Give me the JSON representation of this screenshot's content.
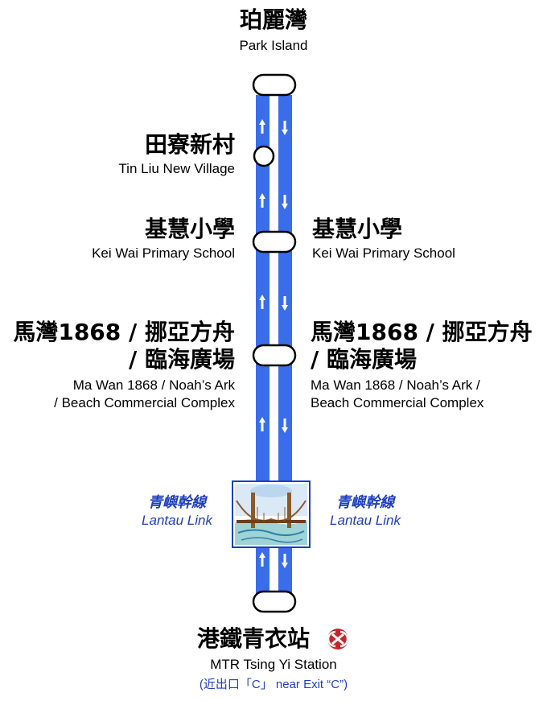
{
  "colors": {
    "line": "#3a6dea",
    "text": "#000000",
    "accent_blue": "#1f3fbf",
    "mtr": "#c1272d"
  },
  "stops": {
    "park_island": {
      "zh": "珀麗灣",
      "en": "Park Island"
    },
    "tin_liu": {
      "zh": "田寮新村",
      "en": "Tin Liu New Village"
    },
    "kei_wai_left": {
      "zh": "基慧小學",
      "en": "Kei Wai Primary School"
    },
    "kei_wai_right": {
      "zh": "基慧小學",
      "en": "Kei Wai Primary School"
    },
    "ma_wan_left": {
      "zh1": "馬灣1868 / 挪亞方舟",
      "zh2": "/ 臨海廣場",
      "en1": "Ma Wan 1868 / Noah’s Ark",
      "en2": "/ Beach Commercial Complex"
    },
    "ma_wan_right": {
      "zh1": "馬灣1868 / 挪亞方舟",
      "zh2": "/ 臨海廣場",
      "en1": "Ma Wan 1868 / Noah’s Ark   /",
      "en2": "Beach Commercial Complex"
    },
    "tsing_yi": {
      "zh": "港鐵青衣站",
      "en": "MTR Tsing Yi Station",
      "note": "(近出口「C」 near Exit “C”)"
    }
  },
  "lantau_link": {
    "left": {
      "zh": "青嶼幹線",
      "en": "Lantau Link"
    },
    "right": {
      "zh": "青嶼幹線",
      "en": "Lantau Link"
    }
  },
  "icons": {
    "mtr_logo": "mtr-logo-icon",
    "bridge": "bridge-icon"
  }
}
